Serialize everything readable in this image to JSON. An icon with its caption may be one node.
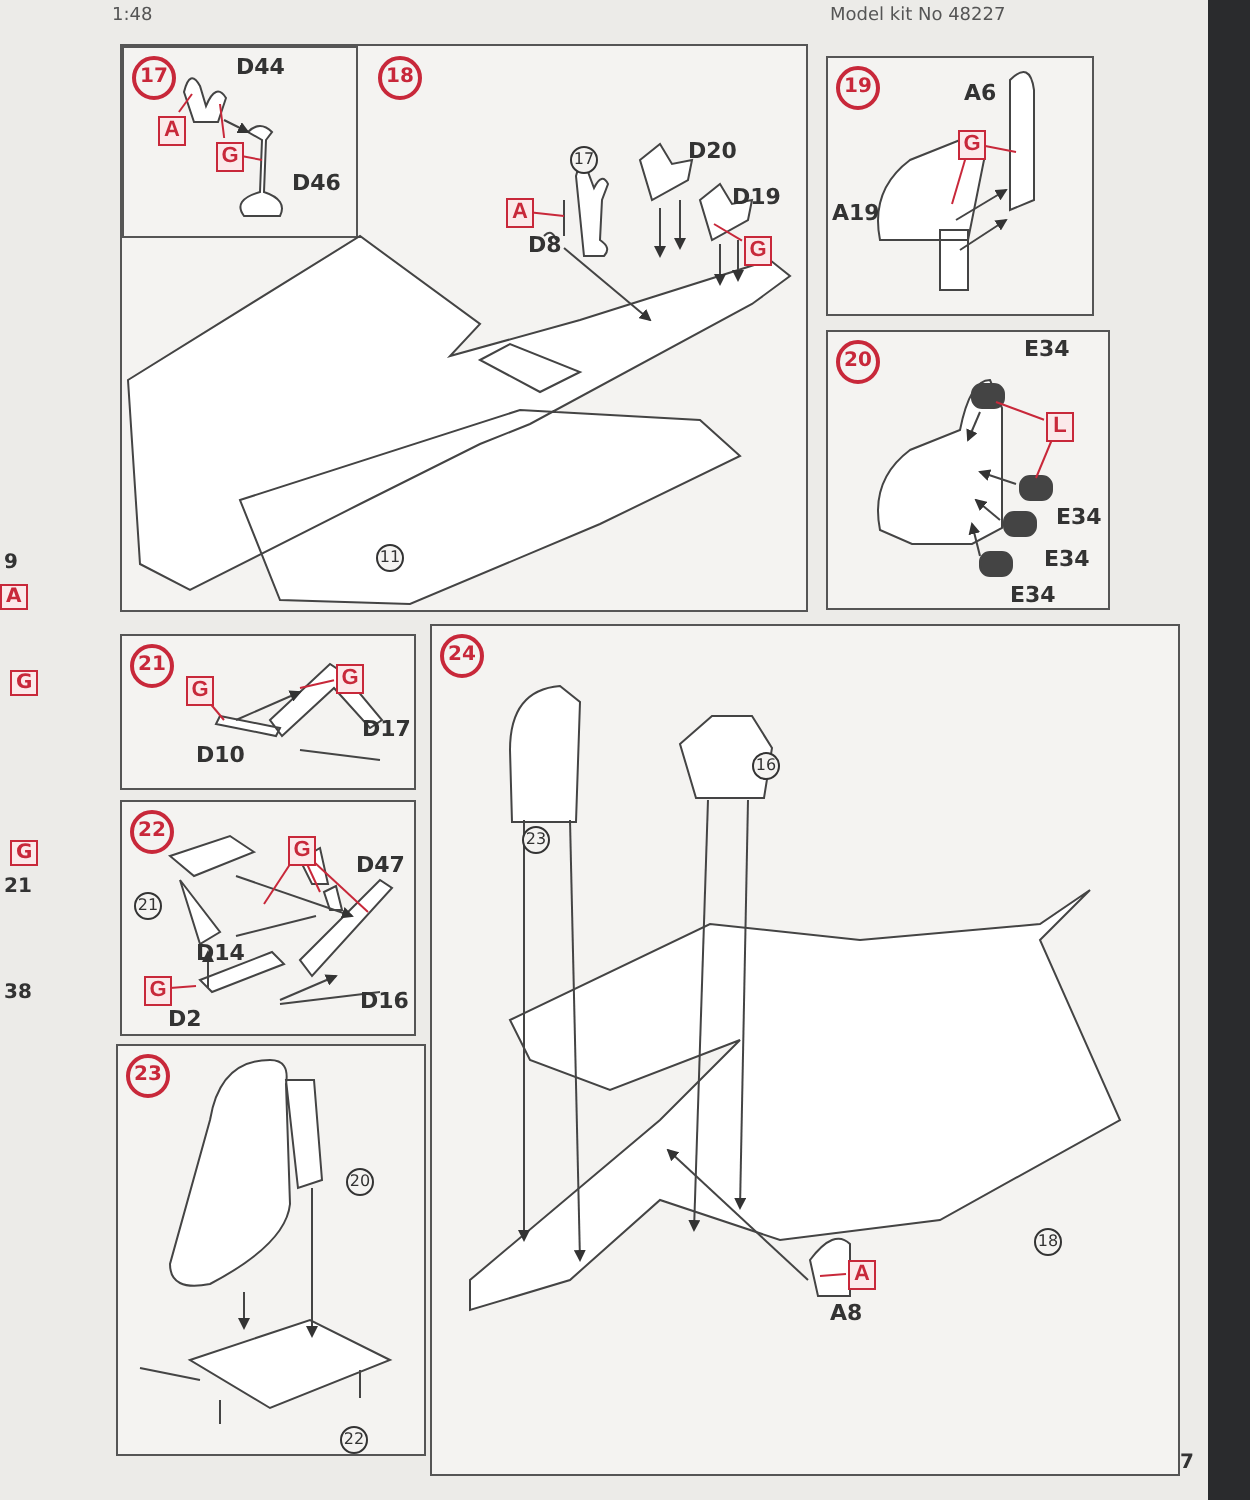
{
  "diagram": {
    "nodes": [
      {
        "text": [
          "18"
        ]
      },
      {
        "text": [
          "17"
        ],
        "in": 0
      },
      {
        "text": [
          "A"
        ],
        "in": 1
      },
      {
        "text": [
          "G"
        ],
        "in": 1
      },
      {
        "text": [
          "A"
        ],
        "in": 0
      },
      {
        "text": [
          "G"
        ],
        "in": 0
      },
      {
        "text": [
          "19"
        ]
      },
      {
        "text": [
          "G"
        ],
        "in": 6
      },
      {
        "text": [
          "20"
        ]
      },
      {
        "text": [
          "L"
        ],
        "in": 8
      },
      {
        "text": [
          "21"
        ]
      },
      {
        "text": [
          "G"
        ],
        "in": 10
      },
      {
        "text": [
          "G"
        ],
        "in": 10
      },
      {
        "text": [
          "22"
        ]
      },
      {
        "text": [
          "G"
        ],
        "in": 13
      },
      {
        "text": [
          "G"
        ],
        "in": 13
      },
      {
        "text": [
          "23"
        ]
      },
      {
        "text": [
          "24"
        ]
      },
      {
        "text": [
          "A"
        ],
        "in": 17
      }
    ],
    "edges": [
      {
        "from": 2,
        "to": null,
        "arrow": "none"
      },
      {
        "from": 3,
        "to": null,
        "arrow": "none"
      },
      {
        "from": 3,
        "to": null,
        "arrow": "none"
      },
      {
        "from": 4,
        "to": null,
        "arrow": "none"
      },
      {
        "from": 5,
        "to": null,
        "arrow": "none"
      },
      {
        "from": 7,
        "to": null,
        "arrow": "none"
      },
      {
        "from": 7,
        "to": null,
        "arrow": "none"
      },
      {
        "from": 9,
        "to": null,
        "arrow": "none"
      },
      {
        "from": 9,
        "to": null,
        "arrow": "none"
      },
      {
        "from": 11,
        "to": null,
        "arrow": "none"
      },
      {
        "from": 12,
        "to": null,
        "arrow": "none"
      },
      {
        "from": 14,
        "to": null,
        "arrow": "none"
      },
      {
        "from": 14,
        "to": null,
        "arrow": "none"
      },
      {
        "from": 14,
        "to": null,
        "arrow": "none"
      },
      {
        "from": 15,
        "to": null,
        "arrow": "none"
      },
      {
        "from": 18,
        "to": null,
        "arrow": "none"
      }
    ],
    "labels": [
      "1:48",
      "Model kit No 48227",
      "D44",
      "D46",
      "17",
      "D20",
      "D19",
      "D8",
      "11",
      "A6",
      "A19",
      "E34",
      "E34",
      "E34",
      "E34",
      "D17",
      "D10",
      "D47",
      "21",
      "D14",
      "D2",
      "D16",
      "20",
      "22",
      "16",
      "23",
      "18",
      "A8",
      "7",
      "9",
      "A",
      "G",
      "G",
      "21",
      "38"
    ]
  }
}
